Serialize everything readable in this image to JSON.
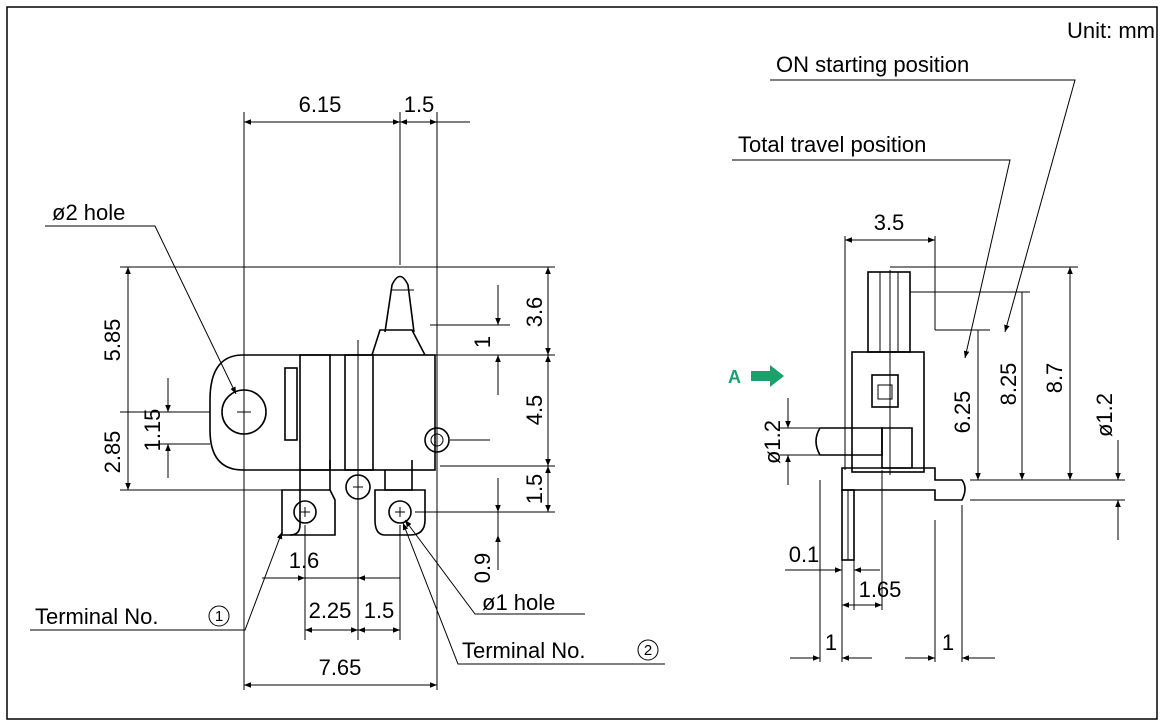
{
  "unit_label": "Unit: mm",
  "left_view": {
    "dims": {
      "top_6_15": "6.15",
      "top_1_5": "1.5",
      "left_5_85": "5.85",
      "left_2_85": "2.85",
      "left_1_15": "1.15",
      "right_3_6": "3.6",
      "right_1": "1",
      "right_4_5": "4.5",
      "right_1_5": "1.5",
      "right_0_9": "0.9",
      "bottom_1_6": "1.6",
      "bottom_2_25": "2.25",
      "bottom_1_5": "1.5",
      "bottom_7_65": "7.65"
    },
    "callouts": {
      "hole2": "ø2 hole",
      "hole1": "ø1 hole",
      "terminal1_text": "Terminal No.",
      "terminal1_num": "1",
      "terminal2_text": "Terminal No.",
      "terminal2_num": "2"
    }
  },
  "right_view": {
    "callouts": {
      "on_start": "ON starting position",
      "total_travel": "Total travel position",
      "view_a": "A"
    },
    "dims": {
      "top_3_5": "3.5",
      "v_6_25": "6.25",
      "v_8_25": "8.25",
      "v_8_7": "8.7",
      "dia_left": "ø1.2",
      "dia_right": "ø1.2",
      "d_0_1": "0.1",
      "d_1_65": "1.65",
      "d_1_left": "1",
      "d_1_right": "1"
    }
  },
  "colors": {
    "accent": "#1aa06a"
  },
  "icons": {
    "view_arrow": "arrow-right-icon",
    "circled_numbers": "circled-number-icon"
  }
}
